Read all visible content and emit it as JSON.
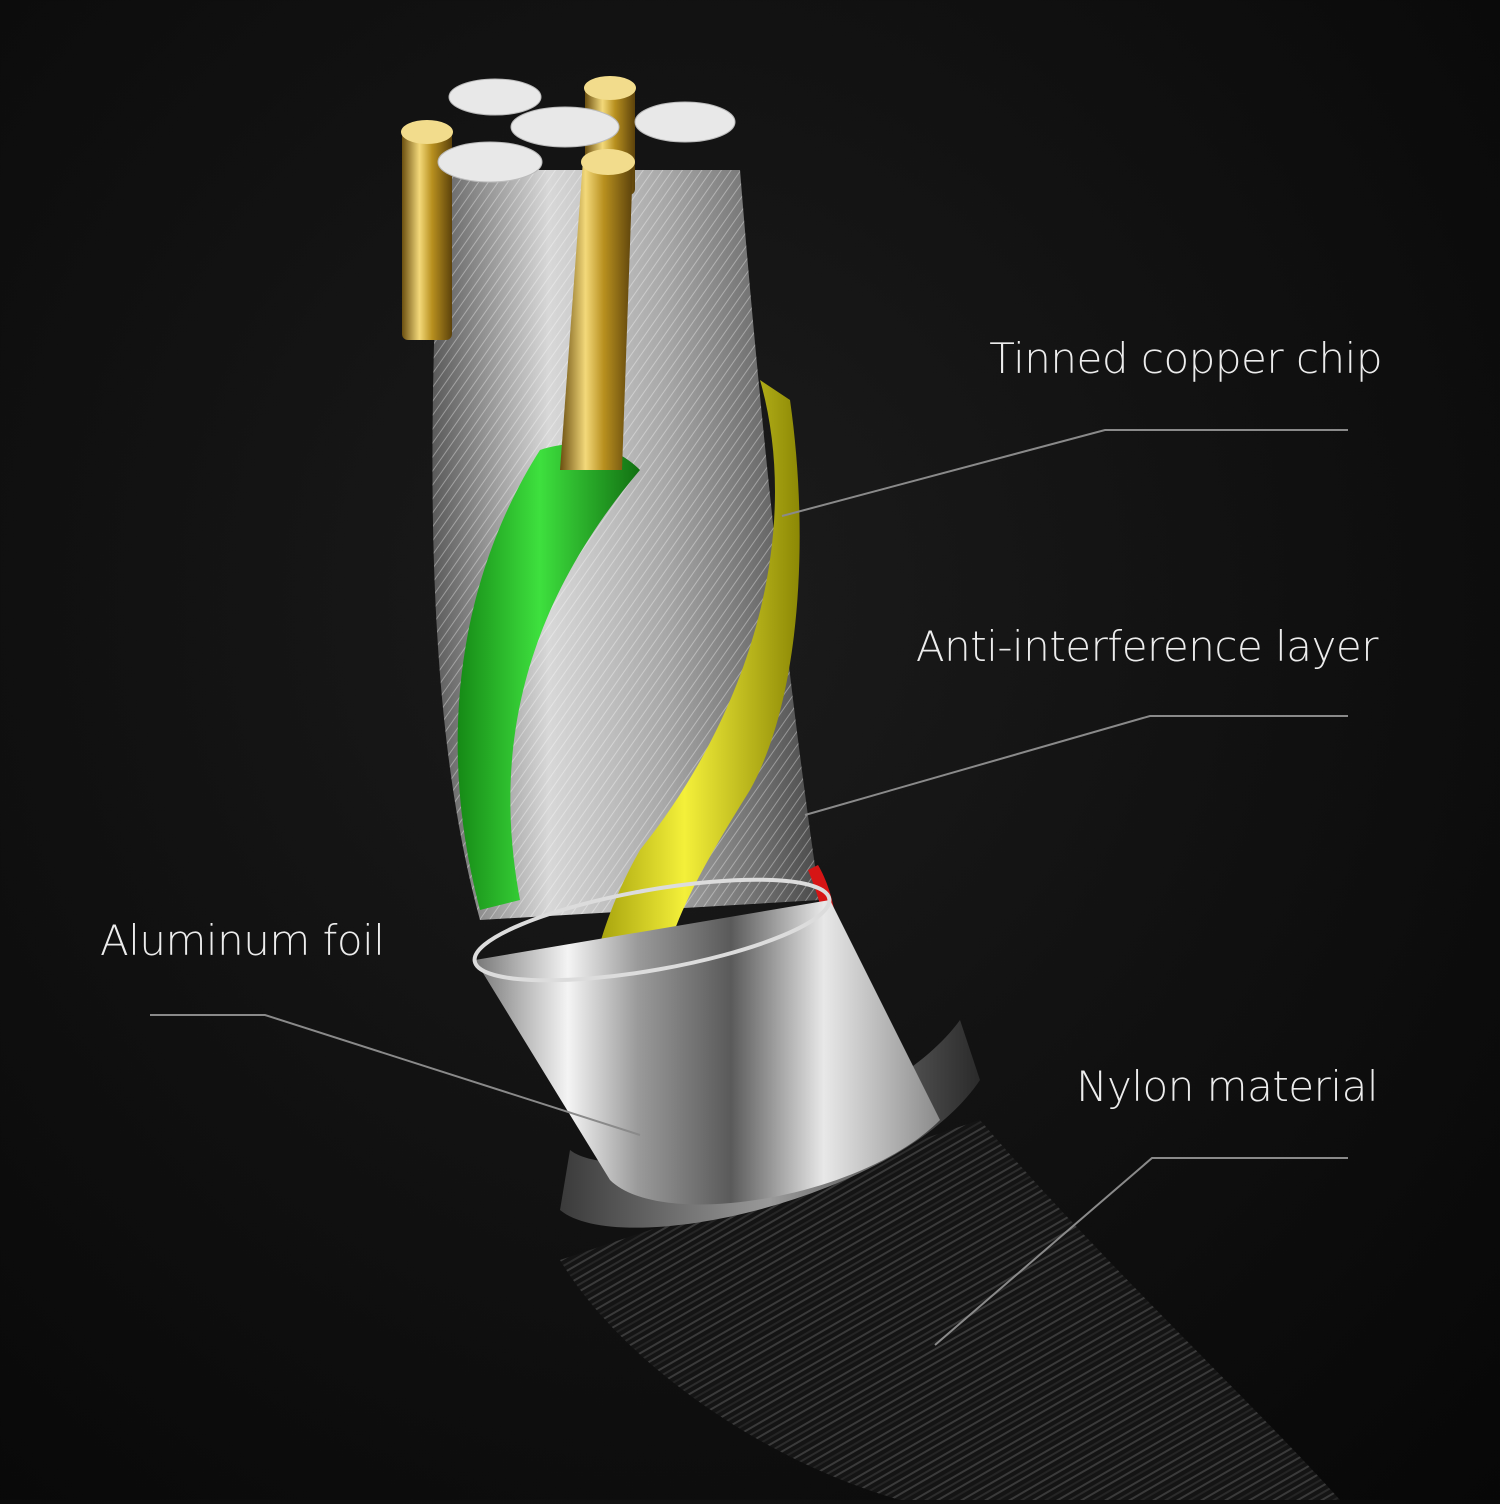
{
  "labels": {
    "tinned_copper": "Tinned copper chip",
    "anti_interference": "Anti-interference layer",
    "aluminum_foil": "Aluminum foil",
    "nylon": "Nylon material"
  },
  "colors": {
    "background": "#121212",
    "label_text": "#ececec",
    "leader_line": "#8a8a8a",
    "wire_green": "#2ec52e",
    "wire_yellow": "#e9e51d",
    "wire_red": "#d61515",
    "gold": "#d9b64a",
    "silver": "#c8c8c8",
    "braid": "#1a1a1a"
  }
}
